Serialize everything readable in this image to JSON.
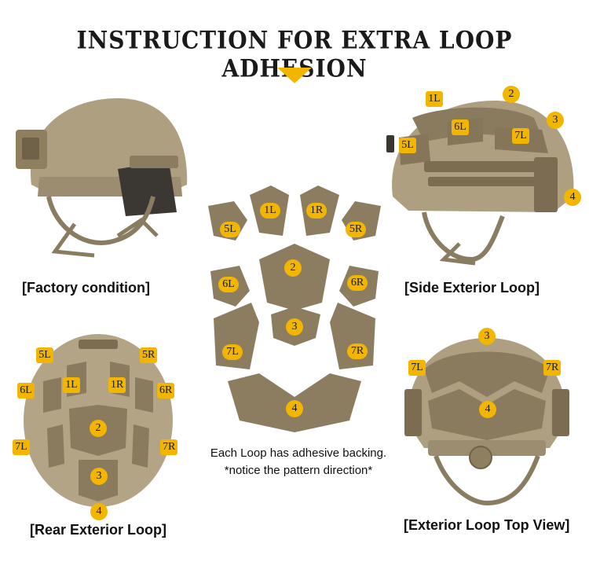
{
  "title": "INSTRUCTION FOR EXTRA LOOP ADHESION",
  "captions": {
    "factory": "[Factory condition]",
    "side": "[Side Exterior Loop]",
    "rear": "[Rear Exterior Loop]",
    "top": "[Exterior Loop Top View]"
  },
  "note": {
    "line1": "Each Loop has adhesive backing.",
    "line2": "*notice the pattern direction*"
  },
  "patches": {
    "p1L": "1L",
    "p1R": "1R",
    "p5L": "5L",
    "p5R": "5R",
    "p2": "2",
    "p6L": "6L",
    "p6R": "6R",
    "p3": "3",
    "p7L": "7L",
    "p7R": "7R",
    "p4": "4"
  },
  "side_labels": {
    "l1L": "1L",
    "l2": "2",
    "l3": "3",
    "l6L": "6L",
    "l7L": "7L",
    "l5L": "5L",
    "l4": "4"
  },
  "rear_labels": {
    "l5L": "5L",
    "l5R": "5R",
    "l6L": "6L",
    "l1L": "1L",
    "l1R": "1R",
    "l6R": "6R",
    "l2": "2",
    "l7L": "7L",
    "l7R": "7R",
    "l3": "3",
    "l4": "4"
  },
  "top_labels": {
    "l3": "3",
    "l7L": "7L",
    "l7R": "7R",
    "l4": "4"
  },
  "colors": {
    "accent": "#f2b500",
    "helmet": "#a89878",
    "loop": "#8a7a5e"
  }
}
